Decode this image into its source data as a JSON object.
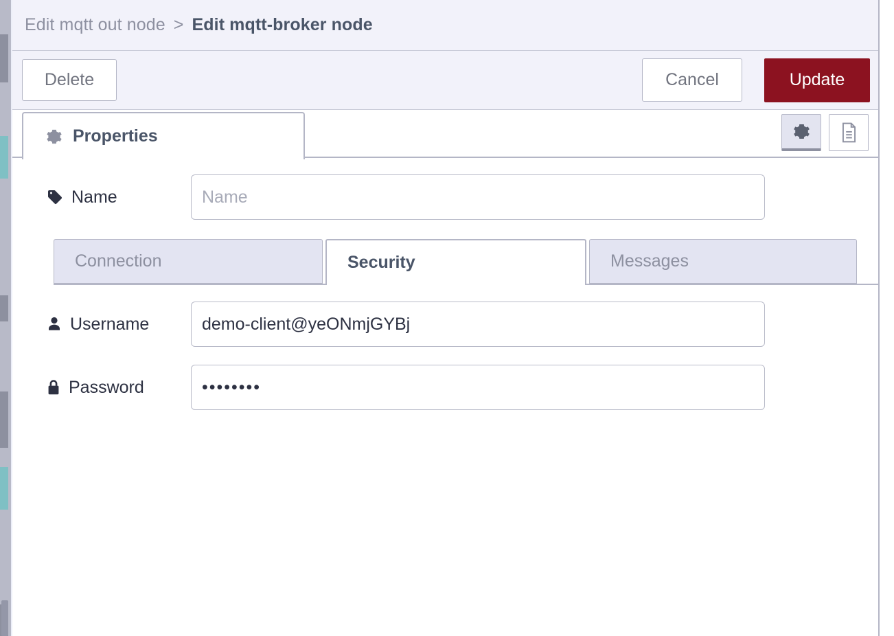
{
  "window": {
    "title": "Edit mqtt-broker node"
  },
  "breadcrumb": {
    "parent": "Edit mqtt out node",
    "separator": ">",
    "current": "Edit mqtt-broker node"
  },
  "toolbar": {
    "delete_label": "Delete",
    "cancel_label": "Cancel",
    "update_label": "Update",
    "update_color": "#8c1220"
  },
  "tabs": {
    "main": [
      {
        "label": "Properties",
        "icon": "gear-icon",
        "active": true
      }
    ],
    "icon_buttons": [
      {
        "name": "properties-panel-icon",
        "icon": "gear-icon",
        "active": true
      },
      {
        "name": "description-panel-icon",
        "icon": "document-icon",
        "active": false
      }
    ]
  },
  "form": {
    "name": {
      "label": "Name",
      "icon": "tag-icon",
      "value": "",
      "placeholder": "Name"
    },
    "username": {
      "label": "Username",
      "icon": "user-icon",
      "value": "demo-client@yeONmjGYBj",
      "placeholder": ""
    },
    "password": {
      "label": "Password",
      "icon": "lock-icon",
      "value": "••••••••",
      "placeholder": ""
    }
  },
  "subtabs": [
    {
      "label": "Connection",
      "active": false
    },
    {
      "label": "Security",
      "active": true
    },
    {
      "label": "Messages",
      "active": false
    }
  ]
}
